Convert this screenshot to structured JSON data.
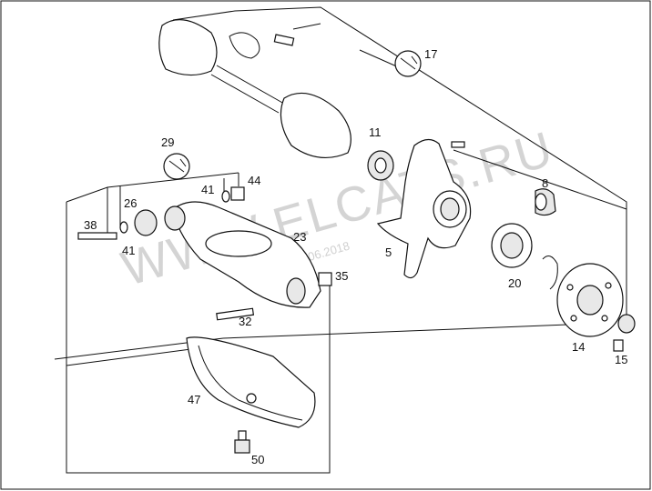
{
  "watermark": {
    "text": "WWW.ELCATS.RU",
    "date": "18.06.2018"
  },
  "labels": {
    "p5": "5",
    "p8": "8",
    "p11": "11",
    "p14": "14",
    "p15": "15",
    "p17": "17",
    "p20": "20",
    "p23": "23",
    "p26": "26",
    "p29": "29",
    "p32": "32",
    "p35": "35",
    "p38": "38",
    "p41a": "41",
    "p41b": "41",
    "p44": "44",
    "p47": "47",
    "p50": "50"
  },
  "colors": {
    "line": "#111111",
    "watermark": "#d4d4d4",
    "background": "#ffffff"
  }
}
